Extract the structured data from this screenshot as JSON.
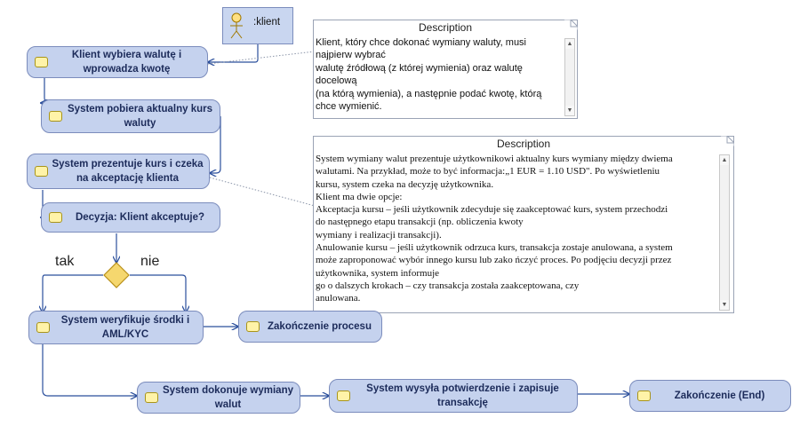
{
  "actor": {
    "name": ":klient"
  },
  "notes": [
    {
      "title": "Description",
      "text": "Klient, który chce dokonać wymiany waluty, musi najpierw wybrać\n walutę źródłową (z której wymienia) oraz walutę docelową\n(na którą wymienia), a następnie podać kwotę, którą chce wymienić."
    },
    {
      "title": "Description",
      "text": "System wymiany walut prezentuje użytkownikowi aktualny kurs wymiany między dwiema walutami. Na przykład, może to być informacja:„1 EUR = 1.10 USD\". Po wyświetleniu kursu, system czeka na decyzję użytkownika.\nKlient ma dwie opcje:\nAkceptacja kursu – jeśli użytkownik zdecyduje się zaakceptować kurs, system przechodzi do następnego etapu transakcji (np. obliczenia kwoty\n wymiany i realizacji transakcji).\nAnulowanie kursu – jeśli użytkownik odrzuca kurs, transakcja zostaje anulowana, a system może zaproponować wybór innego kursu lub zako ńczyć proces. Po podjęciu decyzji przez użytkownika, system informuje\n go o dalszych krokach – czy transakcja została zaakceptowana, czy\n anulowana."
    }
  ],
  "nodes": {
    "n1": "Klient wybiera walutę i wprowadza kwotę",
    "n2": "System pobiera aktualny kurs waluty",
    "n3": "System prezentuje kurs i czeka na akceptację klienta",
    "n4": "Decyzja: Klient akceptuje?",
    "n5": "System weryfikuje środki i AML/KYC",
    "n6": "Zakończenie procesu",
    "n7": "System dokonuje wymiany walut",
    "n8": "System wysyła potwierdzenie i zapisuje transakcję",
    "n9": "Zakończenie (End)"
  },
  "branches": {
    "yes": "tak",
    "no": "nie"
  },
  "colors": {
    "node_fill": "#c5d2ee",
    "node_border": "#7b8cbc",
    "marker": "#fff3a8",
    "diamond": "#f5d76e"
  }
}
